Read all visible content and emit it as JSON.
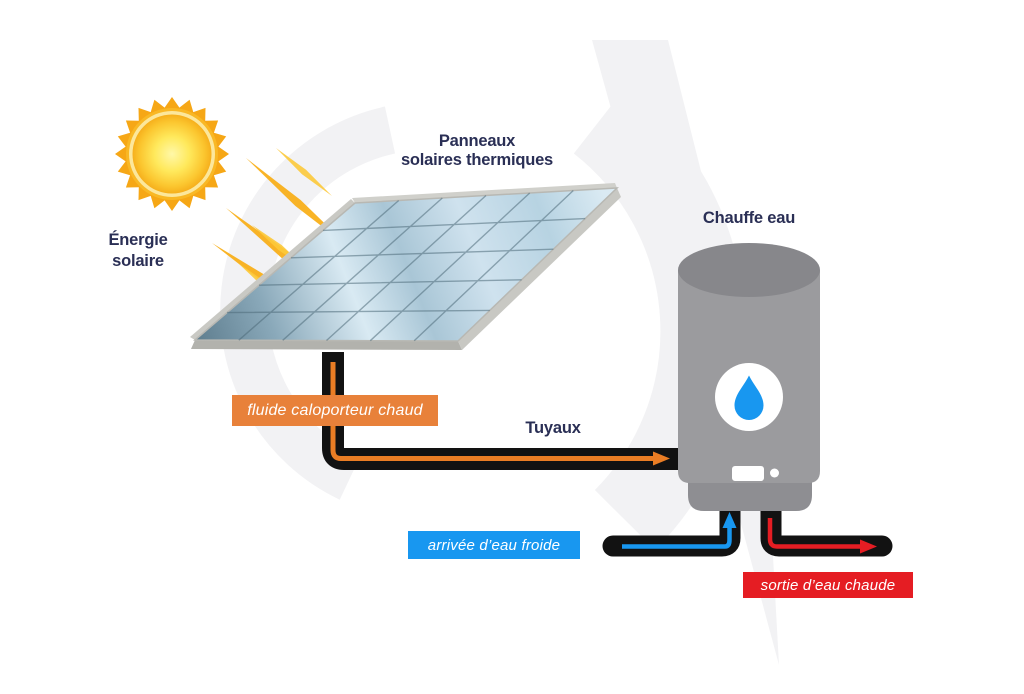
{
  "labels": {
    "solar_energy": {
      "line1": "Énergie",
      "line2": "solaire"
    },
    "solar_panels": {
      "line1": "Panneaux",
      "line2": "solaires thermiques"
    },
    "water_heater": "Chauffe eau",
    "pipes": "Tuyaux",
    "hot_fluid": "fluide caloporteur chaud",
    "cold_water_inlet": "arrivée d’eau froide",
    "hot_water_outlet": "sortie d’eau chaude"
  },
  "icons": {
    "sun": "sun-icon",
    "water_drop": "water-drop-icon",
    "hot_fluid_arrow": "hot-fluid-arrow-icon",
    "cold_inlet_arrow": "cold-inlet-arrow-icon",
    "hot_outlet_arrow": "hot-outlet-arrow-icon"
  },
  "colors": {
    "label_text_navy": "#2a2f55",
    "hot_fluid_orange": "#ea7d24",
    "hot_fluid_tag_bg": "#e8813a",
    "cold_water_blue": "#1897f0",
    "hot_water_red": "#e51d23",
    "pipe_black": "#121212",
    "heater_gray": "#9b9b9e",
    "heater_top_gray": "#87878b",
    "sun_yellow": "#ffe95c",
    "sun_orange": "#f6a716",
    "panel_blue": "#a9c6d6",
    "watermark_gray": "#f2f2f4"
  }
}
